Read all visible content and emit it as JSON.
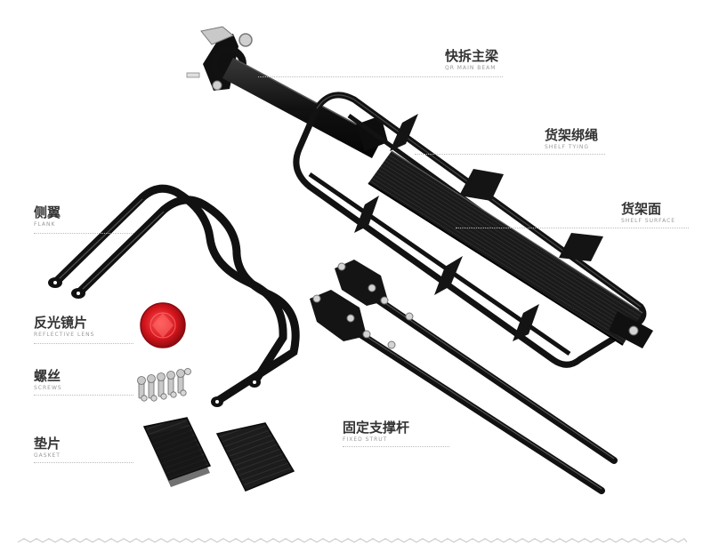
{
  "labels": {
    "quick_release": {
      "cn": "快拆主梁",
      "en": "QR MAIN BEAM"
    },
    "shelf_tying": {
      "cn": "货架绑绳",
      "en": "SHELF TYING"
    },
    "shelf_surface": {
      "cn": "货架面",
      "en": "SHELF SURFACE"
    },
    "flank": {
      "cn": "侧翼",
      "en": "FLANK"
    },
    "reflective_lens": {
      "cn": "反光镜片",
      "en": "REFLECTIVE LENS"
    },
    "screws": {
      "cn": "螺丝",
      "en": "SCREWS"
    },
    "gasket": {
      "cn": "垫片",
      "en": "GASKET"
    },
    "fixed_strut": {
      "cn": "固定支撑杆",
      "en": "FIXED STRUT"
    }
  },
  "colors": {
    "metal": "#141414",
    "metal_highlight": "#4a4a4a",
    "reflector": "#d4141c",
    "chrome": "#c9c9c9",
    "rubber": "#1c1c1c",
    "label_text": "#333333",
    "label_sub": "#999999"
  }
}
